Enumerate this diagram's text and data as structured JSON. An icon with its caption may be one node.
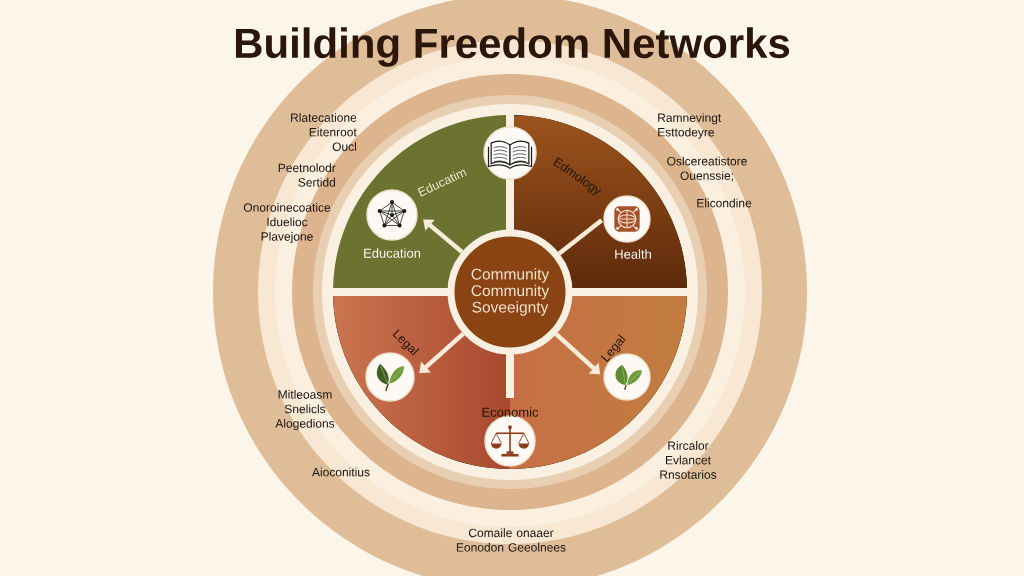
{
  "diagram": {
    "title": "Building Freedom Networks",
    "nodes": [
      {
        "text": [],
        "shape": "circle"
      },
      {
        "text": [
          "Educatim"
        ]
      },
      {
        "text": [],
        "shape": "circle",
        "in": 1,
        "beside": [
          "Education"
        ]
      },
      {
        "text": [
          "Edmology"
        ]
      },
      {
        "text": [],
        "shape": "circle",
        "in": 3,
        "beside": [
          "Health"
        ]
      },
      {
        "text": [
          "Community Community Soveeignty"
        ]
      },
      {
        "text": [
          "Legal"
        ]
      },
      {
        "text": [],
        "shape": "circle",
        "in": 6
      },
      {
        "text": [
          "Legal"
        ]
      },
      {
        "text": [],
        "shape": "circle",
        "in": 8
      },
      {
        "text": [],
        "shape": "circle",
        "beside": [
          "Economic"
        ]
      }
    ],
    "edges": [
      {
        "from": 5,
        "to": 2,
        "arrow": "to"
      },
      {
        "from": 5,
        "to": 4,
        "arrow": "none"
      },
      {
        "from": 5,
        "to": 7,
        "arrow": "to"
      },
      {
        "from": 5,
        "to": 9,
        "arrow": "to"
      }
    ],
    "labels": [
      "Rlatecatione Eitenroot Oucl",
      "Ramnevingt Esttodeyre",
      "Oslcereatistore Ouenssie;",
      "Peetnolodr Sertidd",
      "Elicondine",
      "Onoroinecoatice Iduelioc Plavejone",
      "Mitleoasm Snelicls Alogedions",
      "Rircalor Evlancet Rnsotarios",
      "Aioconitius",
      "Comaile onaaer Eonodon Geeolnees"
    ]
  }
}
